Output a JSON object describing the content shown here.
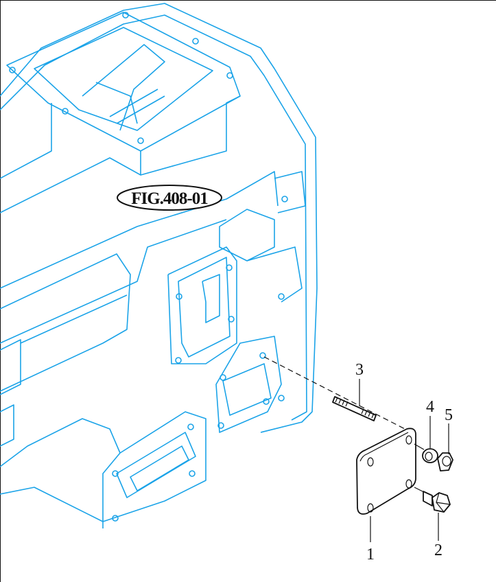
{
  "figure": {
    "label": "FIG.408-01",
    "housing_color": "#1aa3e8",
    "callouts": [
      {
        "number": "1",
        "part": "cover-plate"
      },
      {
        "number": "2",
        "part": "bolt"
      },
      {
        "number": "3",
        "part": "stud"
      },
      {
        "number": "4",
        "part": "washer"
      },
      {
        "number": "5",
        "part": "nut"
      }
    ]
  }
}
